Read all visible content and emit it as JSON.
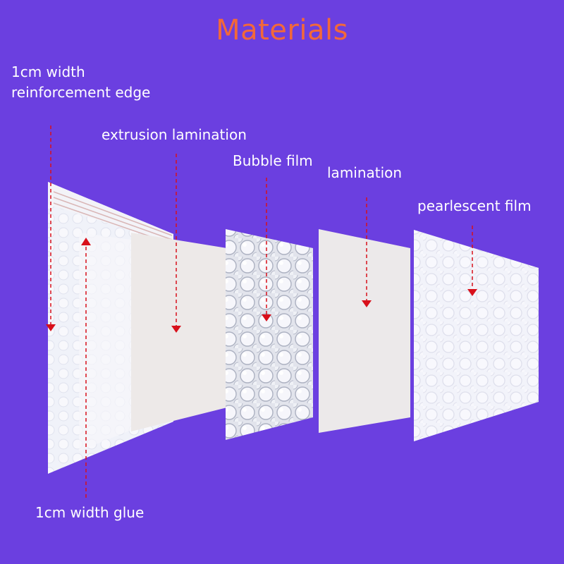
{
  "title": "Materials",
  "labels": {
    "reinforcement_line1": "1cm width",
    "reinforcement_line2": "reinforcement edge",
    "extrusion_lamination": "extrusion lamination",
    "bubble_film": "Bubble film",
    "lamination": "lamination",
    "pearlescent_film": "pearlescent film",
    "glue": "1cm width glue"
  },
  "colors": {
    "background": "#6b3fe0",
    "title": "#f2683a",
    "label_text": "#ffffff",
    "arrow": "#d8101b"
  }
}
